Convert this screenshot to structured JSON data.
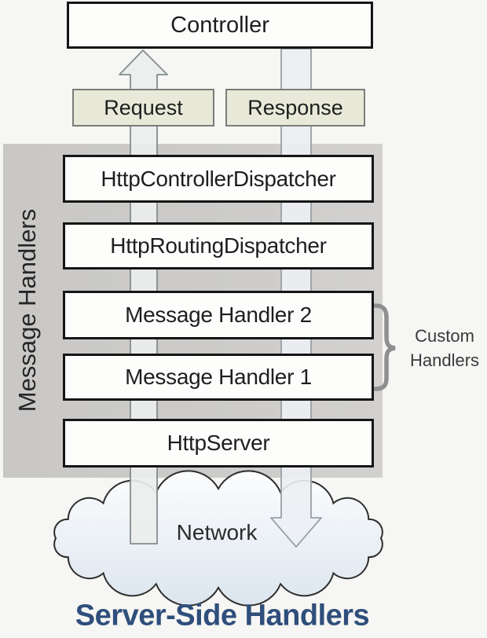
{
  "diagram": {
    "title": "Server-Side Handlers",
    "controller": "Controller",
    "request": "Request",
    "response": "Response",
    "panel_label": "Message Handlers",
    "layers": [
      "HttpControllerDispatcher",
      "HttpRoutingDispatcher",
      "Message Handler 2",
      "Message Handler 1",
      "HttpServer"
    ],
    "custom_brace": {
      "line1": "Custom",
      "line2": "Handlers"
    },
    "network": "Network",
    "flow": {
      "request_direction": "up",
      "response_direction": "down"
    },
    "colors": {
      "title_blue": "#2f4e7b",
      "panel_gray": "#cbcac8",
      "label_box_fill": "#e9e9da",
      "flow_channel_fill": "#eceeed",
      "flow_channel_stroke": "#848c8c",
      "response_channel_stroke": "#98a1a6",
      "cloud_fill_top": "#fcfdfe",
      "cloud_fill_bottom": "#dce5ee",
      "cloud_stroke": "#2e2e2e",
      "box_border": "#151515",
      "brace_gray": "#8f8f8f"
    }
  }
}
